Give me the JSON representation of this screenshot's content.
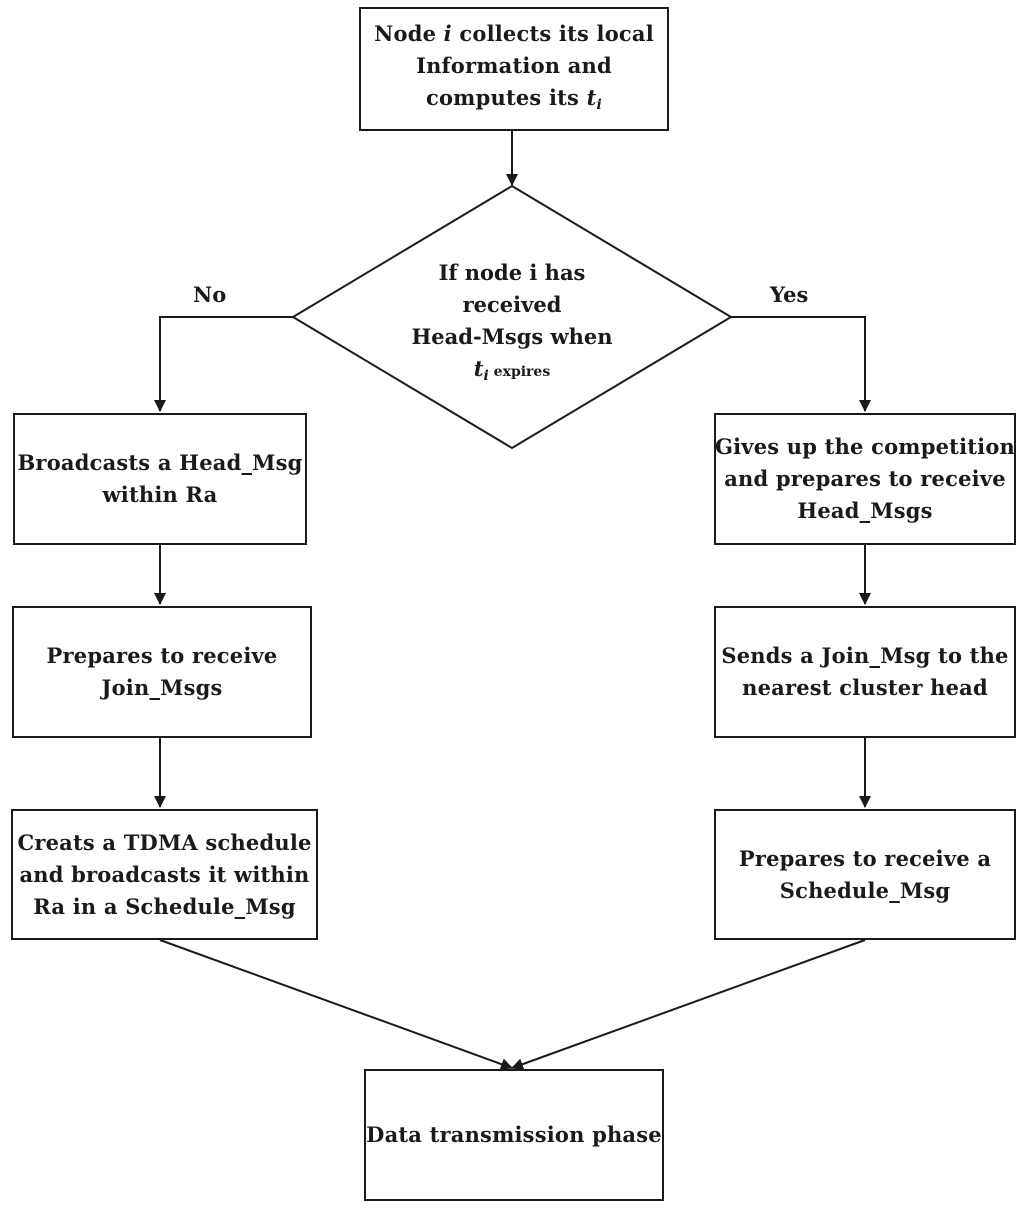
{
  "nodes": {
    "start": {
      "pre": "Node ",
      "var": "i",
      "post": " collects its local",
      "line2": "Information and",
      "line3_pre": "computes its ",
      "line3_var": "t",
      "line3_sub": "i"
    },
    "decision": {
      "line1": "If node i has",
      "line2": "received",
      "line3": "Head-Msgs when",
      "var": "t",
      "sub": "i",
      "suffix": " expires"
    },
    "broadcast_head": {
      "line1": "Broadcasts a Head_Msg",
      "line2": "within Ra"
    },
    "prepare_join": {
      "line1": "Prepares to receive",
      "line2": "Join_Msgs"
    },
    "create_tdma": {
      "line1": "Creats a TDMA schedule",
      "line2": "and broadcasts it within",
      "line3": "Ra in a Schedule_Msg"
    },
    "give_up": {
      "line1": "Gives up the competition",
      "line2": "and prepares to receive",
      "line3": "Head_Msgs"
    },
    "send_join": {
      "line1": "Sends a Join_Msg to the",
      "line2": "nearest cluster head"
    },
    "prepare_schedule": {
      "line1": "Prepares to receive a",
      "line2": "Schedule_Msg"
    },
    "data_phase": {
      "line1": "Data transmission phase"
    }
  },
  "edge_labels": {
    "no": "No",
    "yes": "Yes"
  }
}
